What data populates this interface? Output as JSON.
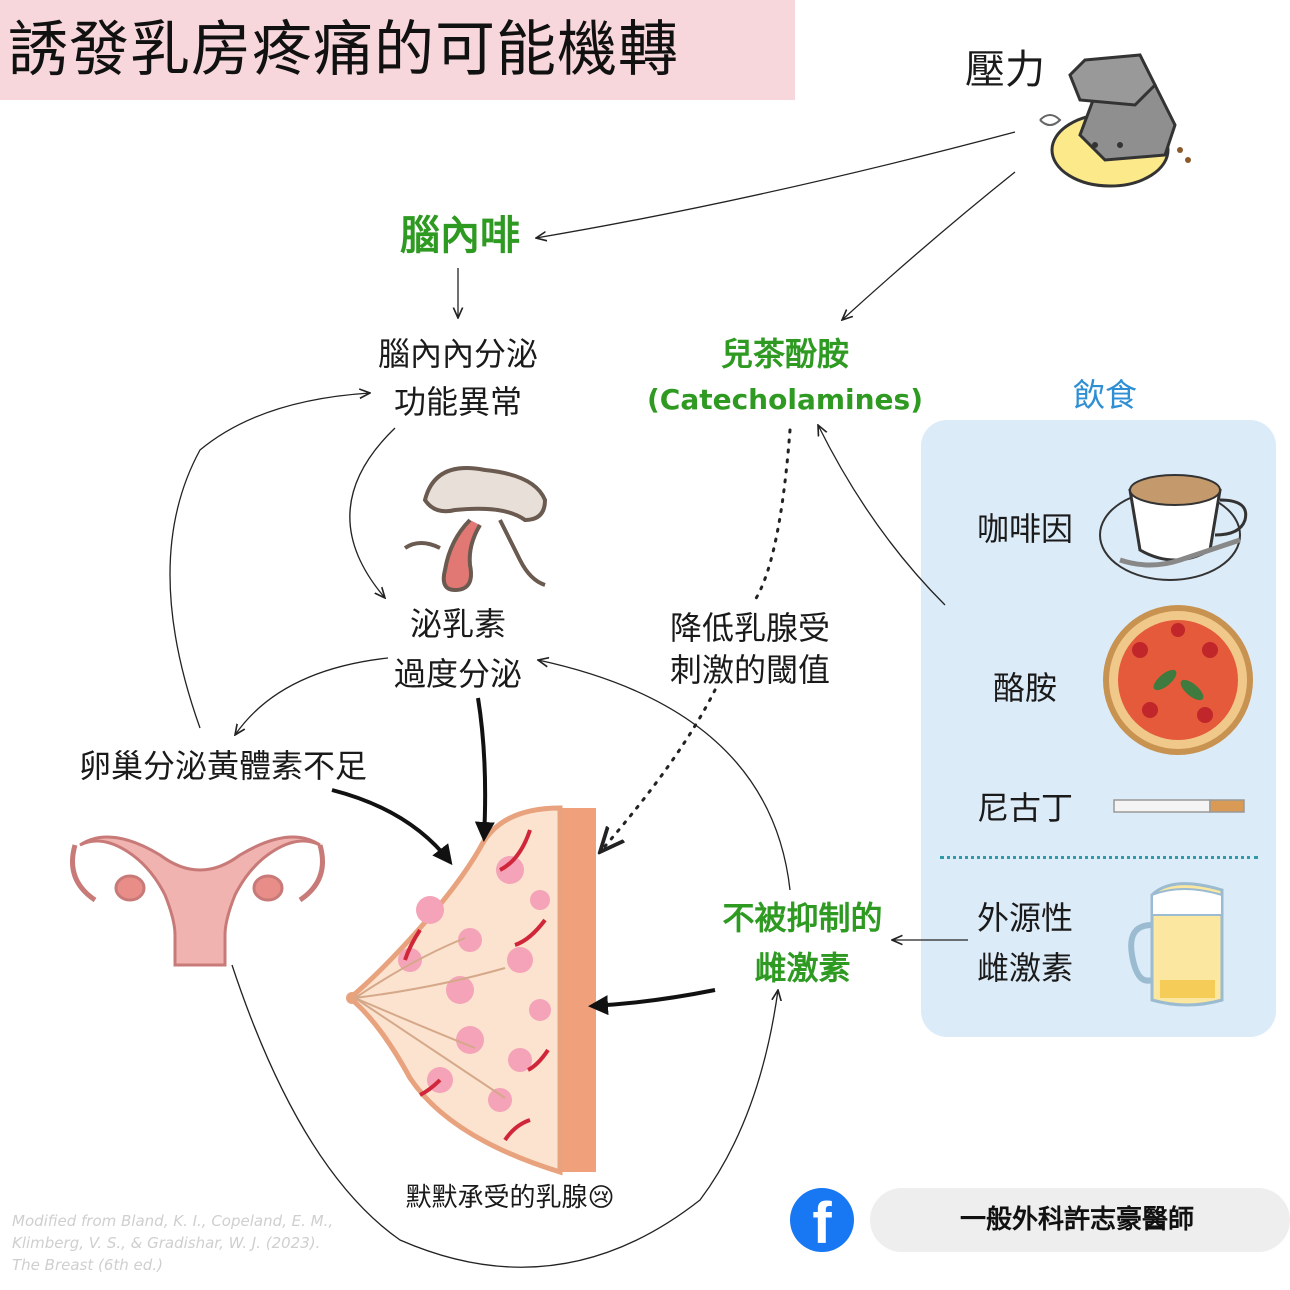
{
  "title": "誘發乳房疼痛的可能機轉",
  "nodes": {
    "stress": "壓力",
    "brain_morphine": "腦內啡",
    "neuroendocrine_line1": "腦內內分泌",
    "neuroendocrine_line2": "功能異常",
    "catecholamine_line1": "兒茶酚胺",
    "catecholamine_line2": "(Catecholamines)",
    "prolactin_line1": "泌乳素",
    "prolactin_line2": "過度分泌",
    "threshold_line1": "降低乳腺受",
    "threshold_line2": "刺激的閾值",
    "ovary": "卵巢分泌黃體素不足",
    "estrogen_line1": "不被抑制的",
    "estrogen_line2": "雌激素",
    "breast_caption": "默默承受的乳腺😢"
  },
  "diet": {
    "title": "飲食",
    "items": {
      "caffeine": "咖啡因",
      "tyramine": "酪胺",
      "nicotine": "尼古丁",
      "exogenous_line1": "外源性",
      "exogenous_line2": "雌激素"
    }
  },
  "credit": {
    "line1": "Modified from Bland, K. I., Copeland, E. M.,",
    "line2": "Klimberg, V. S., & Gradishar, W. J. (2023).",
    "line3": "The Breast (6th ed.)"
  },
  "facebook": {
    "logo_letter": "f",
    "search_name": "一般外科許志豪醫師"
  },
  "colors": {
    "title_bg": "#f7d7dc",
    "green": "#2e9a22",
    "diet_blue": "#2f8fd4",
    "panel_bg": "#dcebf8",
    "breast_fill": "#fbe3cf",
    "breast_outline": "#e8a37e",
    "gland_pink": "#f4a3b8",
    "vessel_red": "#d1263a",
    "facebook_blue": "#1877f2"
  },
  "icons": [
    "stress-rocks-chick-icon",
    "brain-pituitary-icon",
    "uterus-ovaries-icon",
    "coffee-cup-icon",
    "pizza-icon",
    "cigarette-icon",
    "beer-mug-icon",
    "search-icon",
    "facebook-logo-icon"
  ]
}
